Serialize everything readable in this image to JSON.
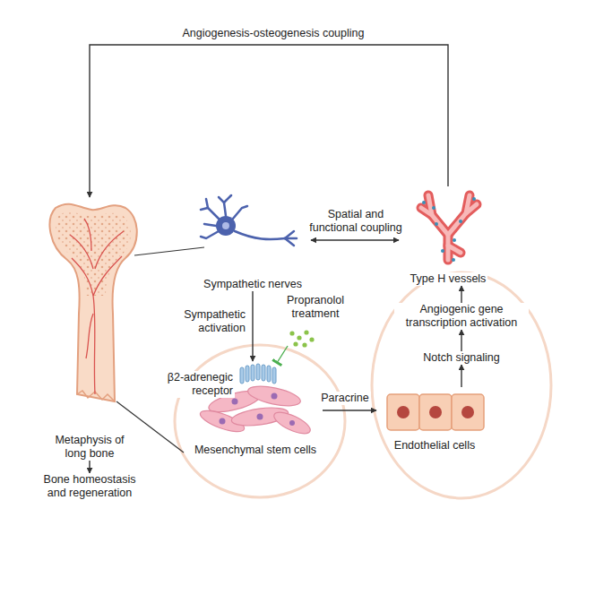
{
  "diagram": {
    "nodes": [
      {
        "text": [
          "Metaphysis of long bone"
        ]
      },
      {
        "text": [
          "Bone homeostasis and regeneration"
        ]
      },
      {
        "text": [
          "Sympathetic nerves"
        ]
      },
      {
        "text": [
          "Type H vessels"
        ]
      },
      {
        "text": [
          "Propranolol treatment"
        ]
      },
      {
        "text": [
          "Mesenchymal stem cells"
        ]
      },
      {
        "text": [
          "Endothelial cells"
        ]
      },
      {
        "text": [
          "Notch signaling"
        ]
      },
      {
        "text": [
          "Angiogenic gene transcription activation"
        ]
      }
    ],
    "edges": [
      {
        "from": 3,
        "to": 0,
        "label": "Angiogenesis-osteogenesis coupling",
        "arrow": "to"
      },
      {
        "from": 2,
        "to": 3,
        "label": "Spatial and functional coupling",
        "arrow": "both"
      },
      {
        "from": 2,
        "to": 5,
        "label": "Sympathetic activation",
        "arrow": "to"
      },
      {
        "from": 4,
        "to": 5,
        "arrow": "to"
      },
      {
        "from": 5,
        "to": 6,
        "label": "Paracrine",
        "arrow": "to"
      },
      {
        "from": 6,
        "to": 7,
        "arrow": "to"
      },
      {
        "from": 7,
        "to": 8,
        "arrow": "to"
      },
      {
        "from": 8,
        "to": 3,
        "arrow": "to"
      },
      {
        "from": 0,
        "to": 1,
        "arrow": "to"
      }
    ],
    "labels": [
      "β2-adrenegic receptor"
    ]
  }
}
